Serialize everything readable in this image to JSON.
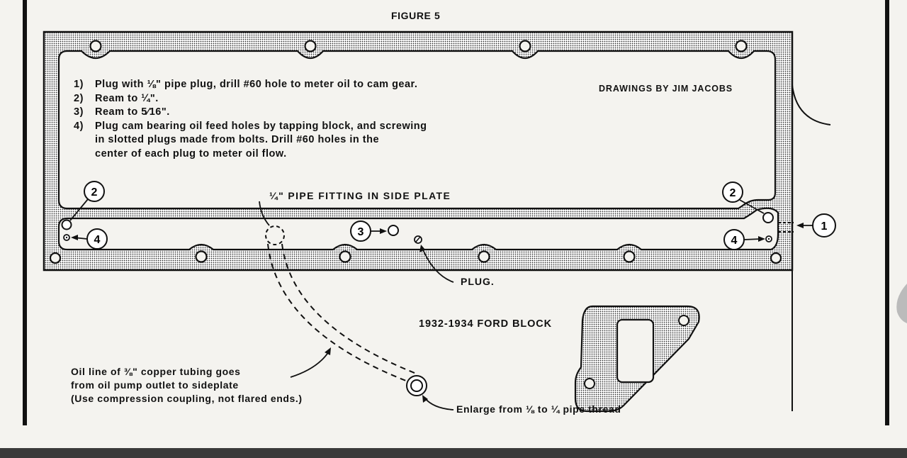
{
  "figure_title": "FIGURE 5",
  "credit": "DRAWINGS BY JIM JACOBS",
  "notes": [
    {
      "num": "1)",
      "lines": [
        "Plug with ⅛\" pipe plug, drill #60 hole to meter oil to cam gear."
      ]
    },
    {
      "num": "2)",
      "lines": [
        "Ream to ¼\"."
      ]
    },
    {
      "num": "3)",
      "lines": [
        "Ream to 5⁄16\"."
      ]
    },
    {
      "num": "4)",
      "lines": [
        "Plug cam bearing oil feed holes by tapping block, and screwing",
        "in slotted plugs made from bolts. Drill #60 holes in the",
        "center of each plug to meter oil flow."
      ]
    }
  ],
  "labels": {
    "pipe_fitting": "¼\" PIPE FITTING IN SIDE PLATE",
    "plug": "PLUG.",
    "ford_block": "1932-1934 FORD BLOCK",
    "oil_line": [
      "Oil line of ⅜\" copper tubing goes",
      "from oil pump outlet to sideplate",
      "(Use compression coupling, not flared ends.)"
    ],
    "enlarge": "Enlarge from ⅛ to ¼ pipe thread"
  },
  "callouts": {
    "c1": "1",
    "c2_left": "2",
    "c2_right": "2",
    "c3": "3",
    "c4_left": "4",
    "c4_right": "4"
  },
  "colors": {
    "paper": "#f4f3ef",
    "ink": "#111111"
  }
}
